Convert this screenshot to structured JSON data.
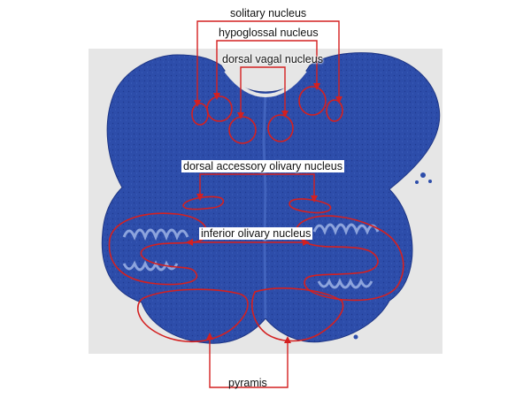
{
  "labels": {
    "solitary": "solitary nucleus",
    "hypoglossal": "hypoglossal nucleus",
    "dorsal_vagal": "dorsal vagal nucleus",
    "dorsal_accessory_olivary": "dorsal accessory olivary nucleus",
    "inferior_olivary": "inferior olivary nucleus",
    "pyramis": "pyramis"
  },
  "colors": {
    "tissue": "#2a4aa8",
    "tissue_dark": "#1f3a8e",
    "tissue_light": "#4a6cc4",
    "outline": "#d42020",
    "slide_background": "#e6e6e6",
    "page_background": "#ffffff"
  }
}
